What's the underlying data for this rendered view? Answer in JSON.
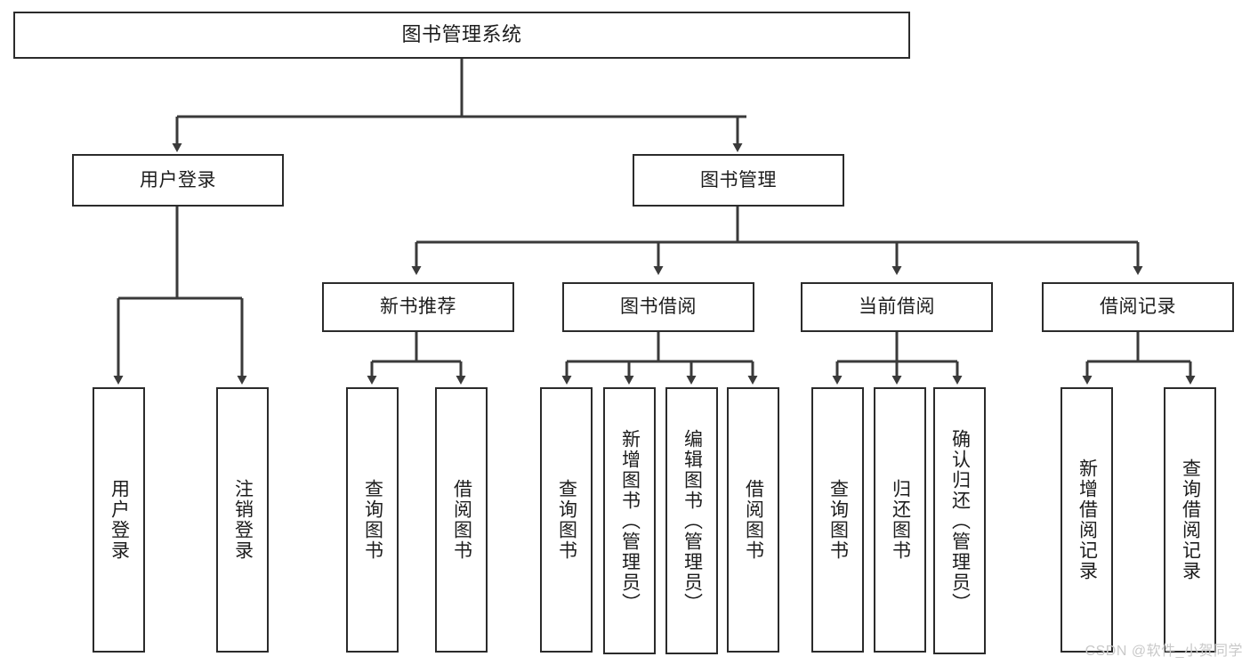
{
  "diagram": {
    "type": "tree-hierarchy",
    "title": "图书管理系统",
    "colors": {
      "box_border": "#2b2b2b",
      "box_fill": "#ffffff",
      "connector": "#3a3a3a",
      "text": "#1d1d1d",
      "watermark": "#c9c9c9",
      "background": "#ffffff"
    },
    "nodes": {
      "root": {
        "label": "图书管理系统"
      },
      "level1": [
        {
          "id": "user-login",
          "label": "用户登录"
        },
        {
          "id": "book-management",
          "label": "图书管理"
        }
      ],
      "level2": [
        {
          "id": "new-book-recommend",
          "label": "新书推荐",
          "parent": "book-management"
        },
        {
          "id": "book-borrow",
          "label": "图书借阅",
          "parent": "book-management"
        },
        {
          "id": "current-borrow",
          "label": "当前借阅",
          "parent": "book-management"
        },
        {
          "id": "borrow-record",
          "label": "借阅记录",
          "parent": "book-management"
        }
      ],
      "leaves": [
        {
          "id": "leaf-user-login",
          "label": "用户登录",
          "parent": "user-login"
        },
        {
          "id": "leaf-user-logout",
          "label": "注销登录",
          "parent": "user-login"
        },
        {
          "id": "leaf-query-book-1",
          "label": "查询图书",
          "parent": "new-book-recommend"
        },
        {
          "id": "leaf-borrow-book-1",
          "label": "借阅图书",
          "parent": "new-book-recommend"
        },
        {
          "id": "leaf-query-book-2",
          "label": "查询图书",
          "parent": "book-borrow"
        },
        {
          "id": "leaf-add-book",
          "label": "新增图书（管理员）",
          "parent": "book-borrow"
        },
        {
          "id": "leaf-edit-book",
          "label": "编辑图书（管理员）",
          "parent": "book-borrow"
        },
        {
          "id": "leaf-borrow-book-2",
          "label": "借阅图书",
          "parent": "book-borrow"
        },
        {
          "id": "leaf-query-book-3",
          "label": "查询图书",
          "parent": "current-borrow"
        },
        {
          "id": "leaf-return-book",
          "label": "归还图书",
          "parent": "current-borrow"
        },
        {
          "id": "leaf-confirm-return",
          "label": "确认归还（管理员）",
          "parent": "current-borrow"
        },
        {
          "id": "leaf-add-record",
          "label": "新增借阅记录",
          "parent": "borrow-record"
        },
        {
          "id": "leaf-query-record",
          "label": "查询借阅记录",
          "parent": "borrow-record"
        }
      ]
    },
    "watermark": "CSDN @软件_小贺同学"
  }
}
